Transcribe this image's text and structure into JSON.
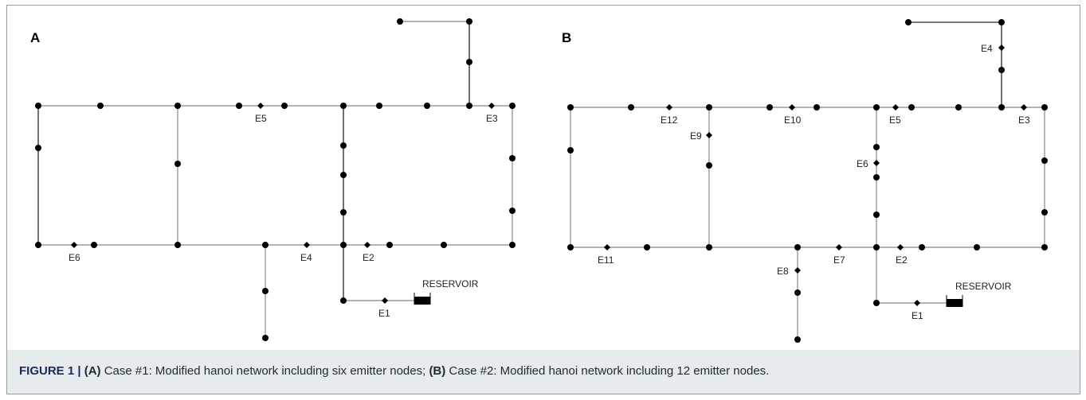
{
  "panels": [
    {
      "letter": "A"
    },
    {
      "letter": "B"
    }
  ],
  "panel_a": {
    "emitters": [
      "E1",
      "E2",
      "E3",
      "E4",
      "E5",
      "E6"
    ],
    "reservoir": "RESERVOIR"
  },
  "panel_b": {
    "emitters": [
      "E1",
      "E2",
      "E3",
      "E4",
      "E5",
      "E6",
      "E7",
      "E8",
      "E9",
      "E10",
      "E11",
      "E12"
    ],
    "reservoir": "RESERVOIR"
  },
  "caption": {
    "lead": "FIGURE 1 |",
    "a_tag": "(A)",
    "a_text": " Case #1: Modified hanoi network including six emitter nodes; ",
    "b_tag": "(B)",
    "b_text": " Case #2: Modified hanoi network including 12 emitter nodes."
  }
}
